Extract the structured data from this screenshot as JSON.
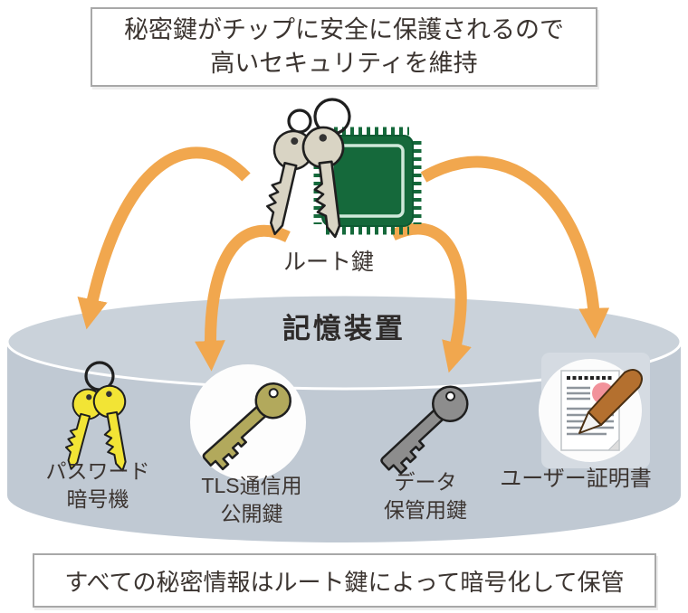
{
  "top_note": {
    "line1": "秘密鍵がチップに安全に保護されるので",
    "line2": "高いセキュリティを維持"
  },
  "root_key": {
    "label": "ルート鍵",
    "icon": "keys-and-chip-icon"
  },
  "storage": {
    "title": "記憶装置",
    "items": [
      {
        "icon": "yellow-keys-icon",
        "lines": [
          "パスワード",
          "暗号機"
        ]
      },
      {
        "icon": "tls-key-icon",
        "lines": [
          "TLS通信用",
          "公開鍵"
        ]
      },
      {
        "icon": "data-key-icon",
        "lines": [
          "データ",
          "保管用鍵"
        ]
      },
      {
        "icon": "certificate-icon",
        "lines": [
          "ユーザー証明書"
        ]
      }
    ]
  },
  "bottom_note": {
    "text": "すべての秘密情報はルート鍵によって暗号化して保管"
  },
  "colors": {
    "arrow": "#F1A74E",
    "storage_body": "#C0C9D3",
    "storage_top": "#CAD2DA",
    "chip_green": "#15693B",
    "chip_inner_line": "#CFE9DA",
    "root_keys": "#D9D4C4",
    "password_keys": "#F2E435",
    "tls_key": "#B2A95C",
    "data_key": "#8D8D8D",
    "certificate_seal": "#F2929B",
    "pen": "#B4702F",
    "note_border": "#A8A8A8",
    "text": "#3B3430"
  }
}
